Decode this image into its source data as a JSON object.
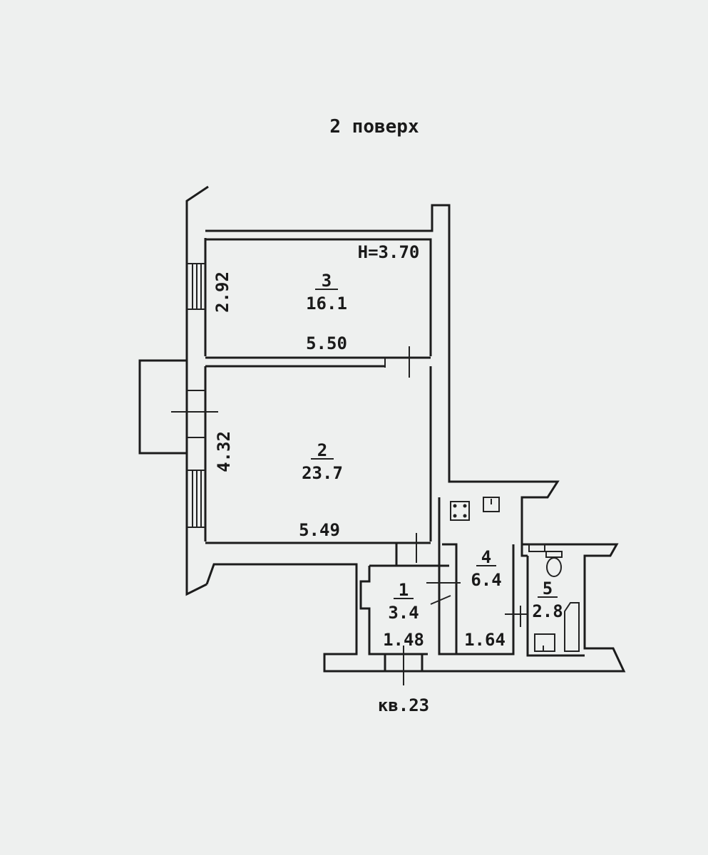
{
  "floor_title": "2 поверх",
  "ceiling_height": "H=3.70",
  "apartment_label": "кв.23",
  "rooms": [
    {
      "number": "3",
      "area": "16.1"
    },
    {
      "number": "2",
      "area": "23.7"
    },
    {
      "number": "1",
      "area": "3.4"
    },
    {
      "number": "4",
      "area": "6.4"
    },
    {
      "number": "5",
      "area": "2.8"
    }
  ],
  "dimensions": {
    "room3_width": "5.50",
    "room3_depth": "2.92",
    "room2_width": "5.49",
    "room2_depth": "4.32",
    "room1_width": "1.48",
    "room4_width": "1.64"
  },
  "icons": [
    "stove-icon",
    "sink-icon",
    "toilet-icon",
    "bathtub-icon",
    "washbasin-icon"
  ]
}
